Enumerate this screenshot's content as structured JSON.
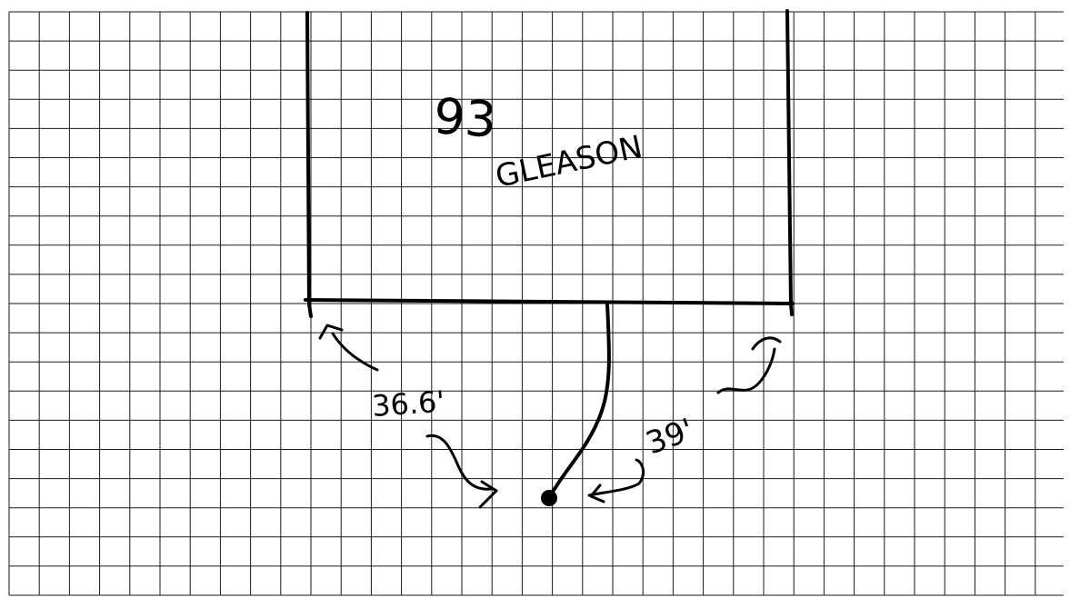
{
  "plot": {
    "number": "93",
    "name": "GLEASON"
  },
  "measurements": {
    "left": "36.6'",
    "right": "39'"
  },
  "colors": {
    "ink": "#000000",
    "grid": "#1a1a1a",
    "paper": "#ffffff"
  }
}
